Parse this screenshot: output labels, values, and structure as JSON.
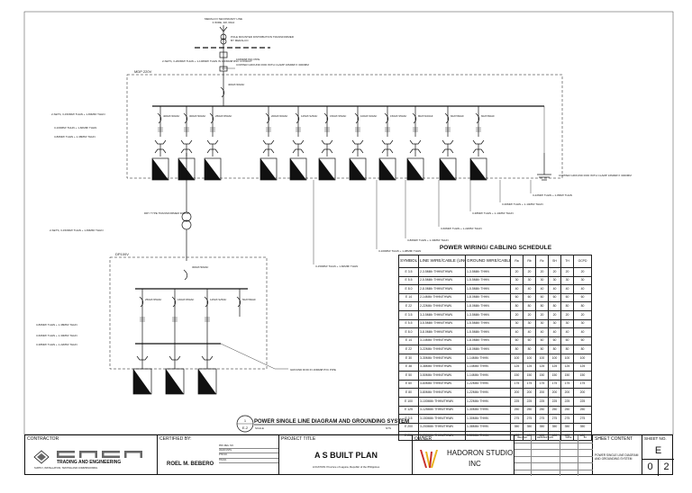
{
  "diagram": {
    "utility_note_1": "MERALCO SECONDARY LINE",
    "utility_note_2": "3 WIRE, 3Ø, 60Hz",
    "transformer_note": "POLE MOUNTED DISTRIBUTION TRANSFORMER",
    "transformer_note_2": "BY MERALCO",
    "service_note": "2-SETS, 3-200MM² THHN + 1-100MM² THHN IN 100MMØ RSC CONDUIT",
    "pipe_note": "100MMØ IMC PIPE",
    "ground_note": "COPPER GROUND ROD WITH CLAMP 16MMØ X 3000MM",
    "mdp_label": "MDP 220V",
    "mdp_main": "400AT/400AF",
    "dp_label": "DP100V",
    "dp_main": "300AT/300AF",
    "iso_transformer": "DRY TYPE TRANSFORMER 300KVA",
    "ground_rod_label": "GROUND ROD IN 16MMØ PVC PIPE",
    "mdp_breakers": [
      "400AT/400AF",
      "300AT/300AF",
      "250AT/250AF",
      "200AT/200AF",
      "125AT/125AF",
      "150AT/150AF",
      "100AT/100AF",
      "150AT/150AF",
      "80AT/100AF",
      "60AT/60AF",
      "60AT/60AF"
    ],
    "dp_breakers": [
      "250AT/250AF",
      "160AT/250AF",
      "125AT/125AF",
      "50AT/60AF"
    ],
    "feeder_notes_left": [
      "2-SETS, 3-150MM² THHN + 1-80MM² THHN",
      "3-100MM² THHN + 1-60MM² THHN",
      "3-80MM² THHN + 1-38MM² THHN"
    ],
    "feeder_notes_dp": [
      "3-80MM² THHN + 1-38MM² THHN",
      "3-60MM² THHN + 1-30MM² THHN",
      "3-38MM² THHN + 1-22MM² THHN"
    ],
    "feeder_notes_right": [
      "3-22MM² THHN + 1-8MM² THHN",
      "3-30MM² THHN + 1-14MM² THHN",
      "3-38MM² THHN + 1-14MM² THHN",
      "3-60MM² THHN + 1-22MM² THHN",
      "3-80MM² THHN + 1-30MM² THHN",
      "3-100MM² THHN + 1-38MM² THHN",
      "3-150MM² THHN + 1-60MM² THHN"
    ],
    "dp_secondary_note": "2-SETS, 3-150MM² THHN + 1-80MM² THHN",
    "drawing_title": "POWER SINGLE LINE DIAGRAM AND GROUNDING SYSTEM",
    "drawing_number": "1",
    "drawing_sheet": "E-2",
    "drawing_scale": "SCALE",
    "drawing_nts": "NTS"
  },
  "schedule": {
    "title": "POWER WIRING/ CABLING SCHEDULE",
    "headers": [
      "SYMBOL",
      "LINE WIRE/CABLE (UNGROUNDED)",
      "GROUND WIRE/CABLE (PER SET)",
      "Ra",
      "Rb",
      "Rc",
      "SH",
      "TH",
      "OCPD"
    ],
    "rows": [
      [
        "E 3.5",
        "2-3.5MM² THHN/THWN",
        "1-3.5MM² THHN",
        "20",
        "20",
        "20",
        "20",
        "20",
        "20"
      ],
      [
        "E 5.5",
        "2-5.5MM² THHN/THWN",
        "1-5.5MM² THHN",
        "30",
        "30",
        "30",
        "30",
        "30",
        "30"
      ],
      [
        "E 8.0",
        "2-8.0MM² THHN/THWN",
        "1-5.5MM² THHN",
        "40",
        "40",
        "40",
        "40",
        "40",
        "40"
      ],
      [
        "E 14",
        "2-14MM² THHN/THWN",
        "1-8.0MM² THHN",
        "60",
        "60",
        "60",
        "60",
        "60",
        "60"
      ],
      [
        "E 22",
        "2-22MM² THHN/THWN",
        "1-8.0MM² THHN",
        "80",
        "80",
        "80",
        "80",
        "80",
        "80"
      ],
      [
        "E 3.5",
        "3-3.5MM² THHN/THWN",
        "1-3.5MM² THHN",
        "20",
        "20",
        "20",
        "20",
        "20",
        "20"
      ],
      [
        "E 5.5",
        "3-5.5MM² THHN/THWN",
        "1-5.5MM² THHN",
        "30",
        "30",
        "30",
        "30",
        "30",
        "30"
      ],
      [
        "E 8.0",
        "3-8.0MM² THHN/THWN",
        "1-5.5MM² THHN",
        "40",
        "40",
        "40",
        "40",
        "40",
        "40"
      ],
      [
        "E 14",
        "3-14MM² THHN/THWN",
        "1-8.0MM² THHN",
        "60",
        "60",
        "60",
        "60",
        "60",
        "60"
      ],
      [
        "E 22",
        "3-22MM² THHN/THWN",
        "1-8.0MM² THHN",
        "80",
        "80",
        "80",
        "80",
        "80",
        "80"
      ],
      [
        "E 30",
        "3-30MM² THHN/THWN",
        "1-14MM² THHN",
        "100",
        "100",
        "100",
        "100",
        "100",
        "100"
      ],
      [
        "E 38",
        "3-38MM² THHN/THWN",
        "1-14MM² THHN",
        "125",
        "125",
        "125",
        "125",
        "125",
        "125"
      ],
      [
        "E 50",
        "3-50MM² THHN/THWN",
        "1-14MM² THHN",
        "150",
        "150",
        "150",
        "150",
        "150",
        "150"
      ],
      [
        "E 60",
        "3-60MM² THHN/THWN",
        "1-22MM² THHN",
        "175",
        "175",
        "175",
        "175",
        "175",
        "175"
      ],
      [
        "E 80",
        "3-80MM² THHN/THWN",
        "1-22MM² THHN",
        "200",
        "200",
        "200",
        "200",
        "200",
        "200"
      ],
      [
        "E 100",
        "3-100MM² THHN/THWN",
        "1-22MM² THHN",
        "225",
        "225",
        "225",
        "225",
        "225",
        "225"
      ],
      [
        "E 125",
        "3-125MM² THHN/THWN",
        "1-30MM² THHN",
        "250",
        "250",
        "250",
        "250",
        "250",
        "250"
      ],
      [
        "E 3.5",
        "3-150MM² THHN/THWN",
        "1-30MM² THHN",
        "275",
        "275",
        "275",
        "275",
        "275",
        "275"
      ],
      [
        "E 200",
        "3-200MM² THHN/THWN",
        "1-38MM² THHN",
        "350",
        "350",
        "350",
        "350",
        "350",
        "350"
      ],
      [
        "E 250",
        "3-250MM² THHN/THWN",
        "1-50MM² THHN",
        "400",
        "400",
        "400",
        "400",
        "400",
        "400"
      ]
    ]
  },
  "titleblock": {
    "contractor_label": "CONTRACTOR",
    "contractor_name": "TRADING AND ENGINEERING",
    "contractor_sub": "SUPPLY, INSTALLATION, TESTING AND COMMISSIONING",
    "certified_label": "CERTIFIED BY:",
    "certified_name": "ROEL M. BEBERO",
    "cert_lines": [
      "PRC REG. NO.",
      "VALID UNTIL",
      "PTR NO.",
      "TIN NO."
    ],
    "project_label": "PROJECT TITLE",
    "project_title": "A S BUILT PLAN",
    "project_location": "LOCATION: Province of Laguna, Republic of the Philippines",
    "owner_label": "OWNER",
    "owner_name": "HADORON STUDIO",
    "owner_sub": "INC",
    "rev_headers": [
      "REV. NO.",
      "DESCRIPTION",
      "DATE",
      "BY"
    ],
    "sheet_content_label": "SHEET CONTENT",
    "sheet_content": "POWER SINGLE LINE DIAGRAM AND GROUNDING SYSTEM",
    "sheet_no_label": "SHEET NO.",
    "sheet_letter": "E",
    "sheet_num": "0",
    "sheet_total": "2"
  },
  "colors": {
    "logo_red": "#c8302a",
    "logo_yellow": "#e9b21d",
    "logo_gray": "#666666"
  }
}
